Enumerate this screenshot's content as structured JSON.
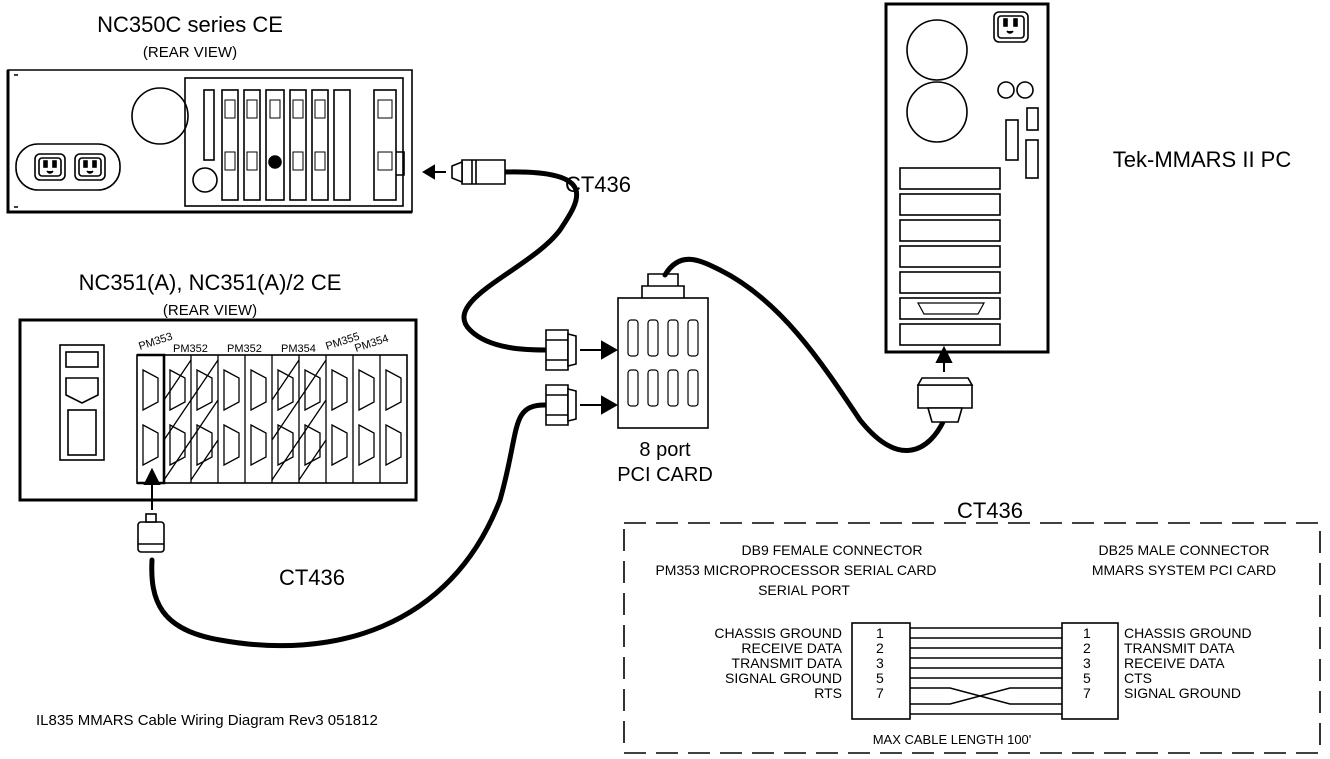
{
  "nc350": {
    "title": "NC350C series CE",
    "subtitle": "(REAR VIEW)"
  },
  "nc351": {
    "title": "NC351(A), NC351(A)/2 CE",
    "subtitle": "(REAR VIEW)",
    "slot_labels": [
      "PM353",
      "PM352",
      "PM352",
      "PM354",
      "PM355",
      "PM354"
    ]
  },
  "pc": {
    "title": "Tek-MMARS II PC"
  },
  "pci_card": {
    "line1": "8 port",
    "line2": "PCI CARD"
  },
  "cables": {
    "top": "CT436",
    "bottom": "CT436"
  },
  "wiring": {
    "title": "CT436",
    "left_header": [
      "DB9 FEMALE CONNECTOR",
      "PM353 MICROPROCESSOR SERIAL CARD",
      "SERIAL PORT"
    ],
    "right_header": [
      "DB25 MALE CONNECTOR",
      "MMARS SYSTEM PCI CARD"
    ],
    "left_pins": [
      {
        "pin": "1",
        "signal": "CHASSIS GROUND"
      },
      {
        "pin": "2",
        "signal": "RECEIVE DATA"
      },
      {
        "pin": "3",
        "signal": "TRANSMIT DATA"
      },
      {
        "pin": "5",
        "signal": "SIGNAL GROUND"
      },
      {
        "pin": "7",
        "signal": "RTS"
      }
    ],
    "right_pins": [
      {
        "pin": "1",
        "signal": "CHASSIS GROUND"
      },
      {
        "pin": "2",
        "signal": "TRANSMIT DATA"
      },
      {
        "pin": "3",
        "signal": "RECEIVE DATA"
      },
      {
        "pin": "5",
        "signal": "CTS"
      },
      {
        "pin": "7",
        "signal": "SIGNAL GROUND"
      }
    ],
    "max_length": "MAX CABLE LENGTH 100'"
  },
  "footer": "IL835 MMARS Cable Wiring Diagram Rev3 051812"
}
